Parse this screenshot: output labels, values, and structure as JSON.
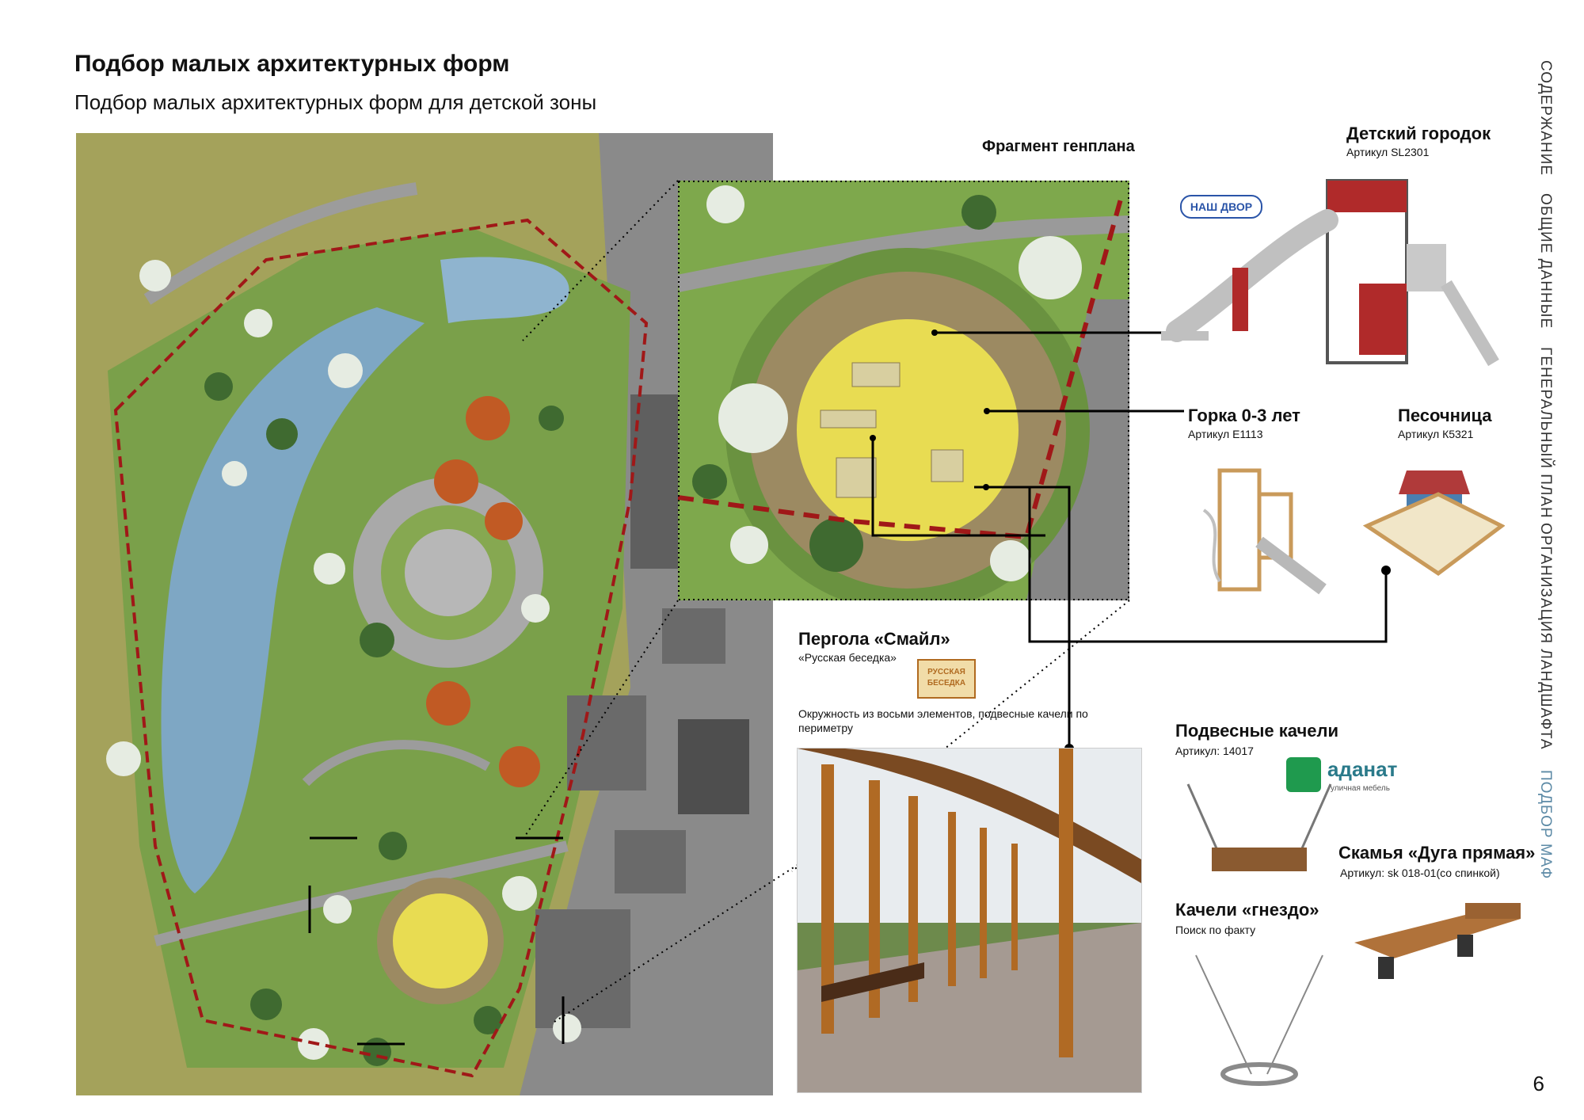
{
  "header": {
    "title": "Подбор малых архитектурных форм",
    "subtitle": "Подбор малых архитектурных форм для детской зоны"
  },
  "fragment": {
    "title": "Фрагмент генплана"
  },
  "products": {
    "playground": {
      "name": "Детский городок",
      "article": "Артикул SL2301",
      "brand_logo": "НАШ ДВОР"
    },
    "slide": {
      "name": "Горка 0-3 лет",
      "article": "Артикул E1113"
    },
    "sandbox": {
      "name": "Песочница",
      "article": "Артикул К5321"
    },
    "pergola": {
      "name": "Пергола «Смайл»",
      "maker": "«Русская беседка»",
      "description": "Окружность из восьми элементов, подвесные качели по периметру",
      "logo_text": "РУССКАЯ БЕСЕДКА"
    },
    "hanging_swing": {
      "name": "Подвесные качели",
      "article": "Артикул: 14017"
    },
    "adanat_logo": {
      "name": "аданат",
      "tagline": "уличная мебель"
    },
    "bench": {
      "name": "Скамья «Дуга прямая»",
      "article": "Артикул: sk 018-01(со спинкой)"
    },
    "nest_swing": {
      "name": "Качели «гнездо»",
      "note": "Поиск по факту"
    }
  },
  "side_nav": {
    "items": [
      {
        "label": "СОДЕРЖАНИЕ",
        "active": false
      },
      {
        "label": "ОБЩИЕ ДАННЫЕ",
        "active": false
      },
      {
        "label": "ГЕНЕРАЛЬНЫЙ ПЛАН",
        "active": false
      },
      {
        "label": "ОРГАНИЗАЦИЯ ЛАНДШАФТА",
        "active": false
      },
      {
        "label": "ПОДБОР МАФ",
        "active": true
      }
    ]
  },
  "page_number": "6",
  "colors": {
    "grass": "#7aa04a",
    "water": "#7ea7c4",
    "path": "#9a9a9a",
    "sand": "#e8dc52",
    "boundary": "#a01818",
    "nav_active": "#5c8aa6"
  }
}
